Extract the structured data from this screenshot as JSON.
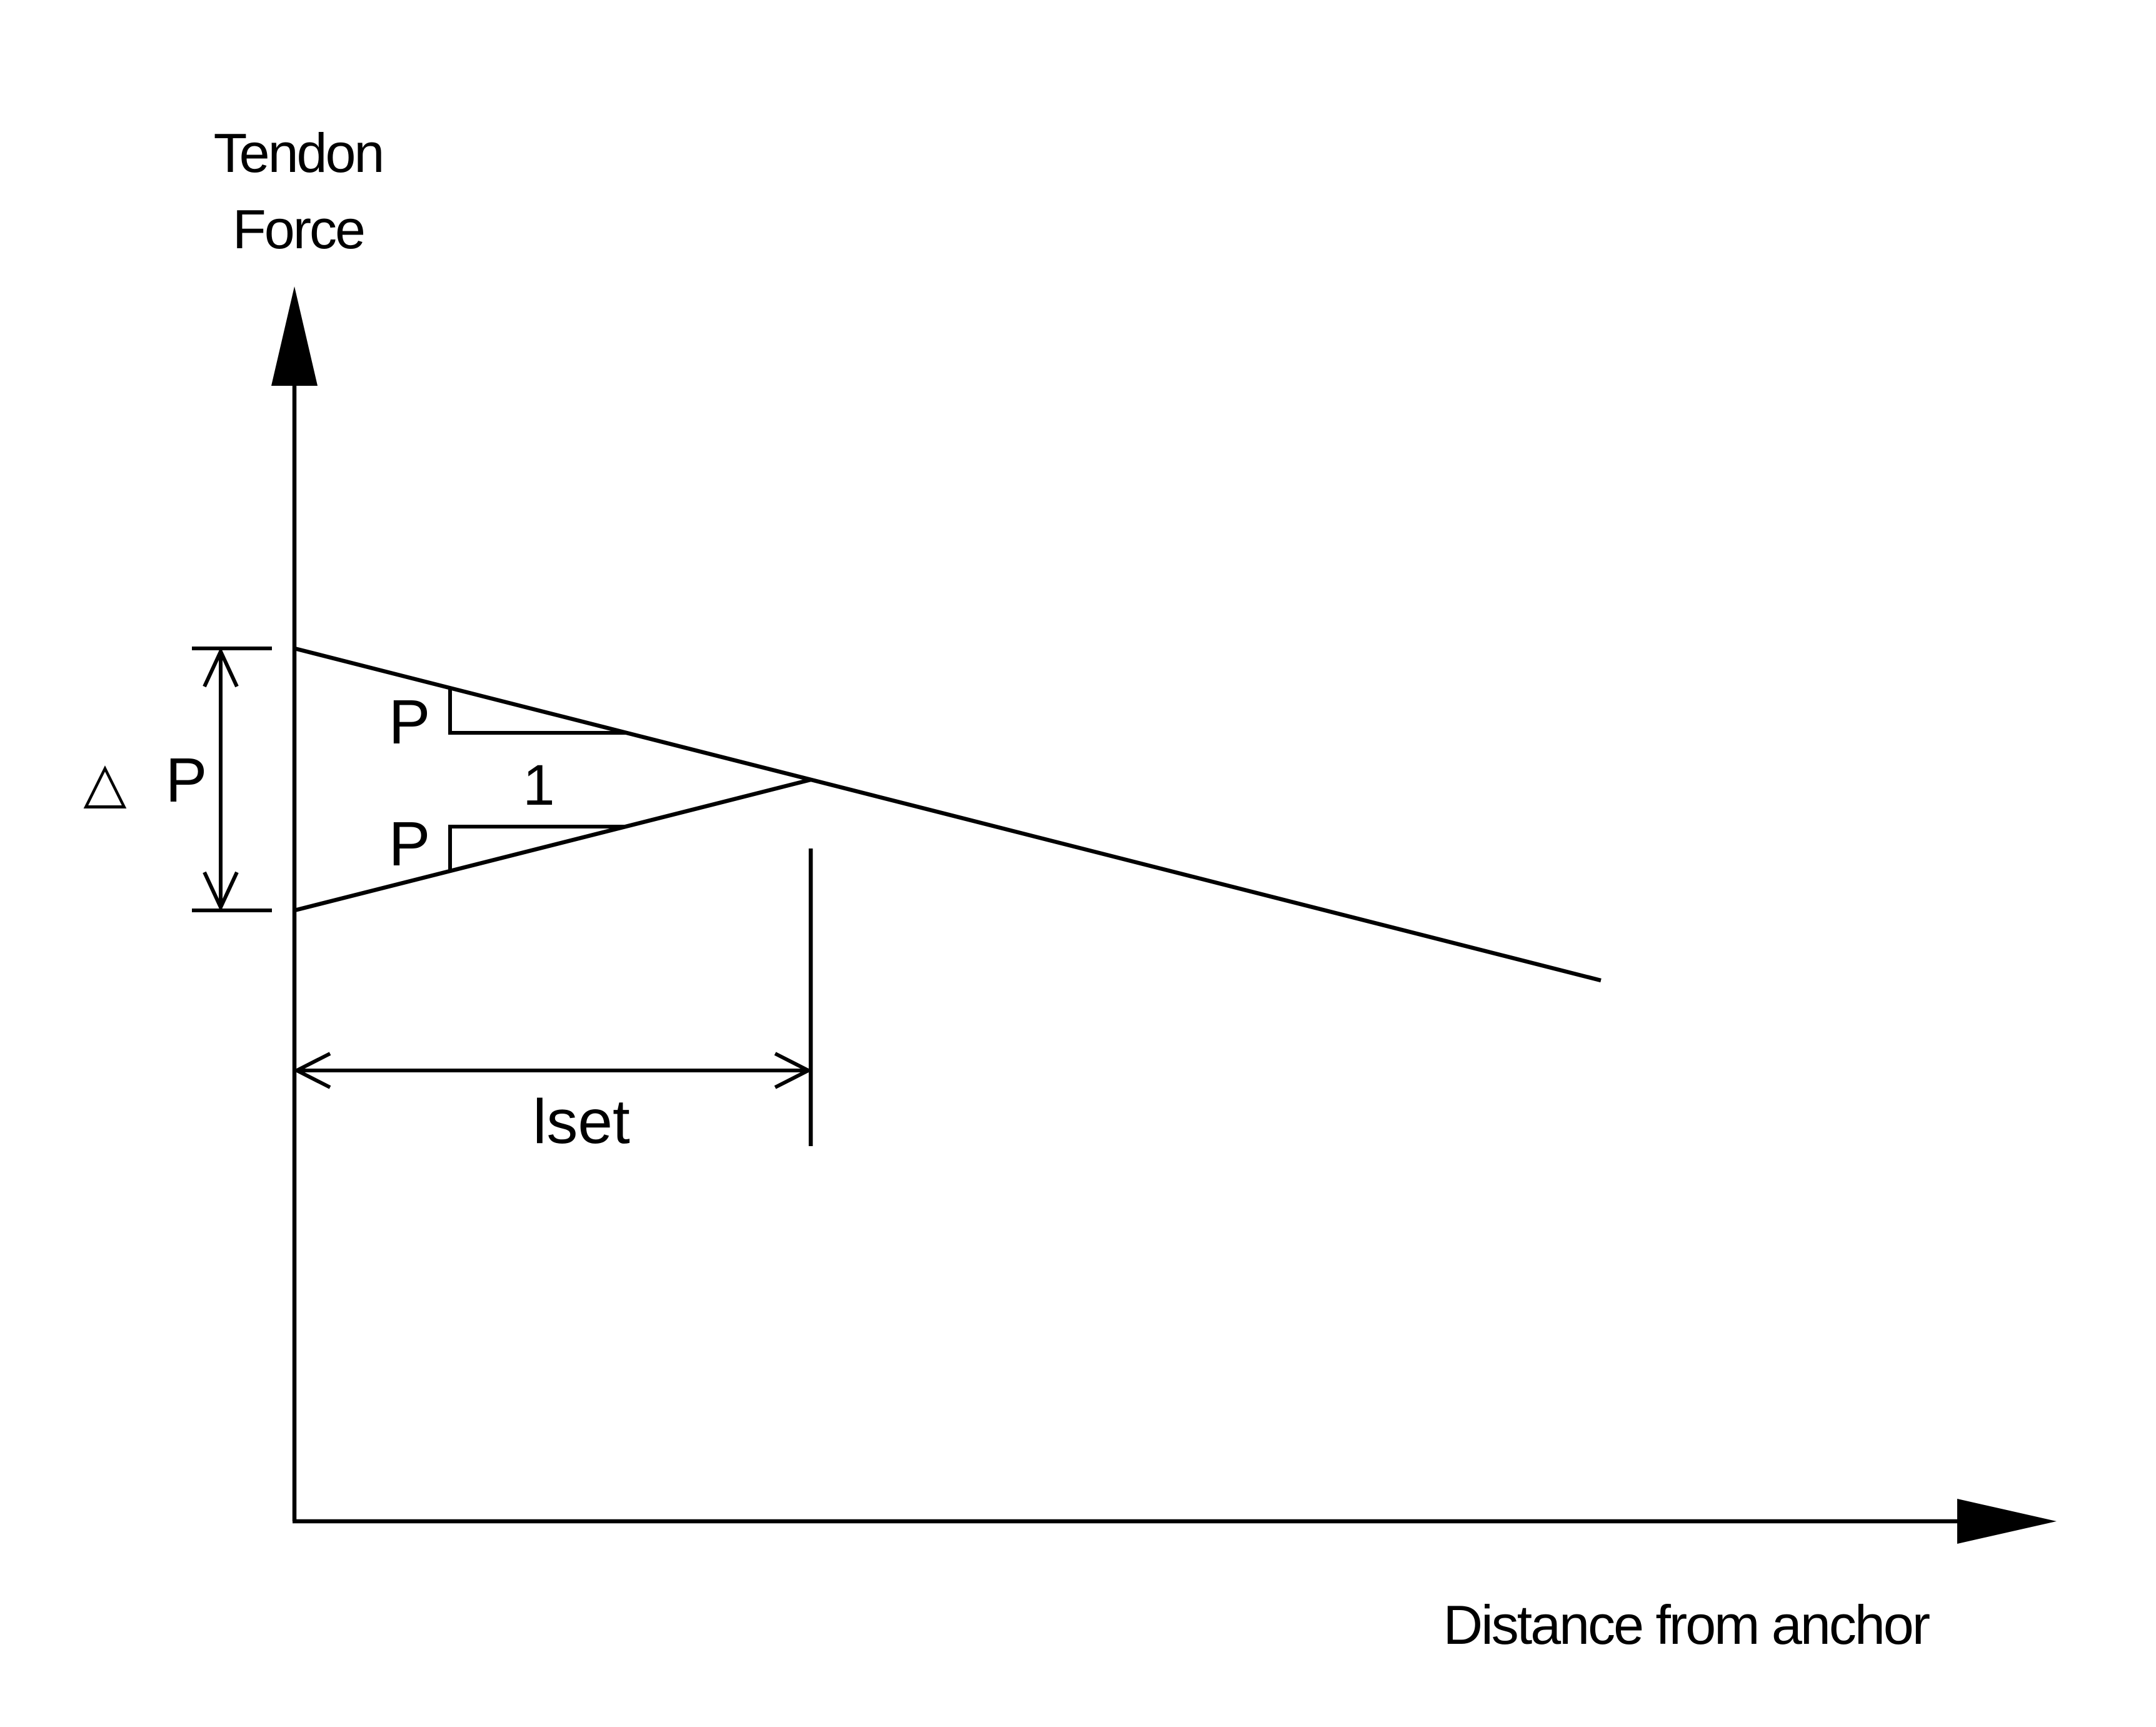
{
  "diagram": {
    "y_axis_label_line1": "Tendon",
    "y_axis_label_line2": "Force",
    "x_axis_label": "Distance from anchor",
    "delta_symbol": "△",
    "delta_label": "P",
    "slope_upper_label": "P",
    "slope_run_label": "1",
    "slope_lower_label": "P",
    "length_label": "lset"
  }
}
